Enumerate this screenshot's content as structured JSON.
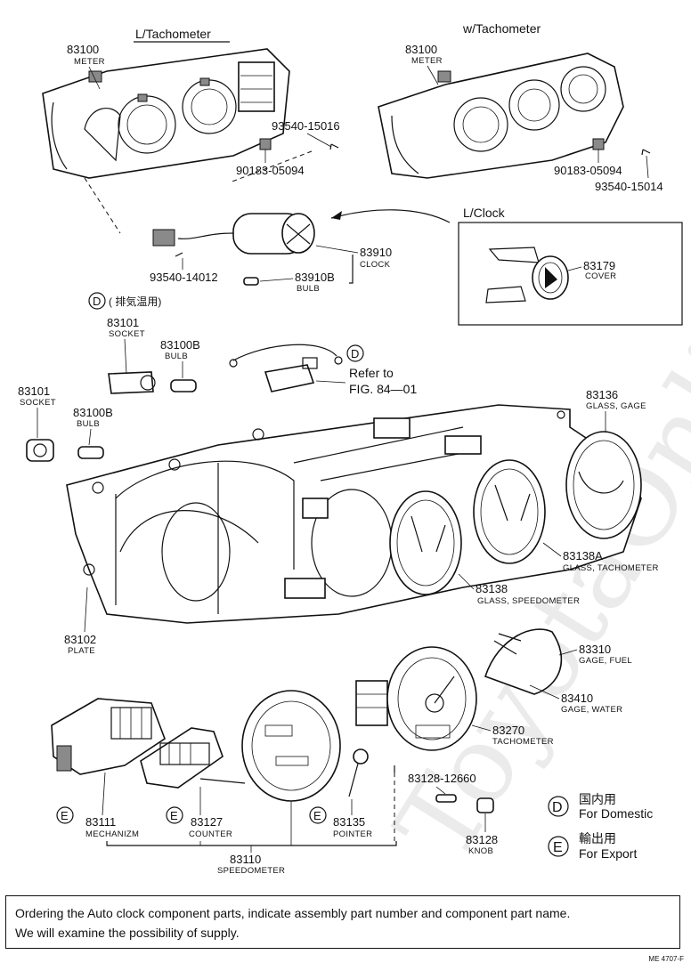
{
  "watermark": "ToyotaOnline.ru",
  "headers": {
    "left": "L/Tachometer",
    "right": "w/Tachometer",
    "clock": "L/Clock"
  },
  "parts": {
    "meter_left": {
      "num": "83100",
      "name": "METER"
    },
    "meter_right": {
      "num": "83100",
      "name": "METER"
    },
    "screw_left": "93540-15016",
    "clip_left": "90183-05094",
    "clip_right": "90183-05094",
    "screw_right": "93540-15014",
    "clock": {
      "num": "83910",
      "name": "CLOCK"
    },
    "screw_clock": "93540-14012",
    "clock_bulb": {
      "num": "83910B",
      "name": "BULB"
    },
    "cover": {
      "num": "83179",
      "name": "COVER"
    },
    "d_note": "( 排気温用)",
    "socket_a": {
      "num": "83101",
      "name": "SOCKET"
    },
    "bulb_a": {
      "num": "83100B",
      "name": "BULB"
    },
    "refer_line1": "Refer to",
    "refer_line2": "FIG. 84—01",
    "socket_b": {
      "num": "83101",
      "name": "SOCKET"
    },
    "bulb_b": {
      "num": "83100B",
      "name": "BULB"
    },
    "glass_gage": {
      "num": "83136",
      "name": "GLASS, GAGE"
    },
    "glass_tacho": {
      "num": "83138A",
      "name": "GLASS, TACHOMETER"
    },
    "glass_speedo": {
      "num": "83138",
      "name": "GLASS, SPEEDOMETER"
    },
    "plate": {
      "num": "83102",
      "name": "PLATE"
    },
    "gage_fuel": {
      "num": "83310",
      "name": "GAGE, FUEL"
    },
    "gage_water": {
      "num": "83410",
      "name": "GAGE, WATER"
    },
    "tachometer": {
      "num": "83270",
      "name": "TACHOMETER"
    },
    "knob_pin": "83128-12660",
    "mechanism": {
      "num": "83111",
      "name": "MECHANIZM"
    },
    "counter": {
      "num": "83127",
      "name": "COUNTER"
    },
    "pointer": {
      "num": "83135",
      "name": "POINTER"
    },
    "knob": {
      "num": "83128",
      "name": "KNOB"
    },
    "speedometer": {
      "num": "83110",
      "name": "SPEEDOMETER"
    }
  },
  "legend": {
    "d_letter": "D",
    "d_jp": "国内用",
    "d_en": "For Domestic",
    "e_letter": "E",
    "e_jp": "輸出用",
    "e_en": "For Export"
  },
  "markers": {
    "d": "D",
    "e": "E"
  },
  "note": {
    "line1": "Ordering the Auto clock component parts, indicate assembly part number and component part name.",
    "line2": "We will examine the possibility of supply."
  },
  "ref_code": "ME 4707-F"
}
